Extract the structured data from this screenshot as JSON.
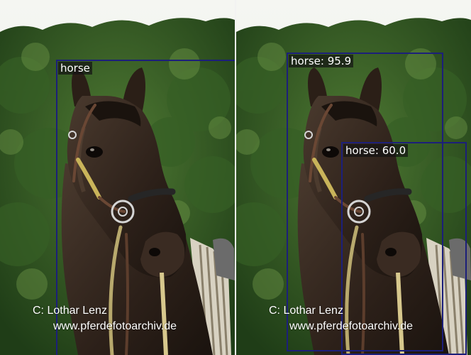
{
  "colors": {
    "box_stroke": "#1c1f7a",
    "label_bg": "#141414",
    "label_text": "#ffffff"
  },
  "panels": [
    {
      "id": "left",
      "detections": [
        {
          "label": "horse"
        }
      ],
      "credit": {
        "line1": "C:  Lothar Lenz",
        "line2": "www.pferdefotoarchiv.de"
      }
    },
    {
      "id": "right",
      "detections": [
        {
          "label": "horse: 95.9"
        },
        {
          "label": "horse: 60.0"
        }
      ],
      "credit": {
        "line1": "C:  Lothar Lenz",
        "line2": "www.pferdefotoarchiv.de"
      }
    }
  ]
}
